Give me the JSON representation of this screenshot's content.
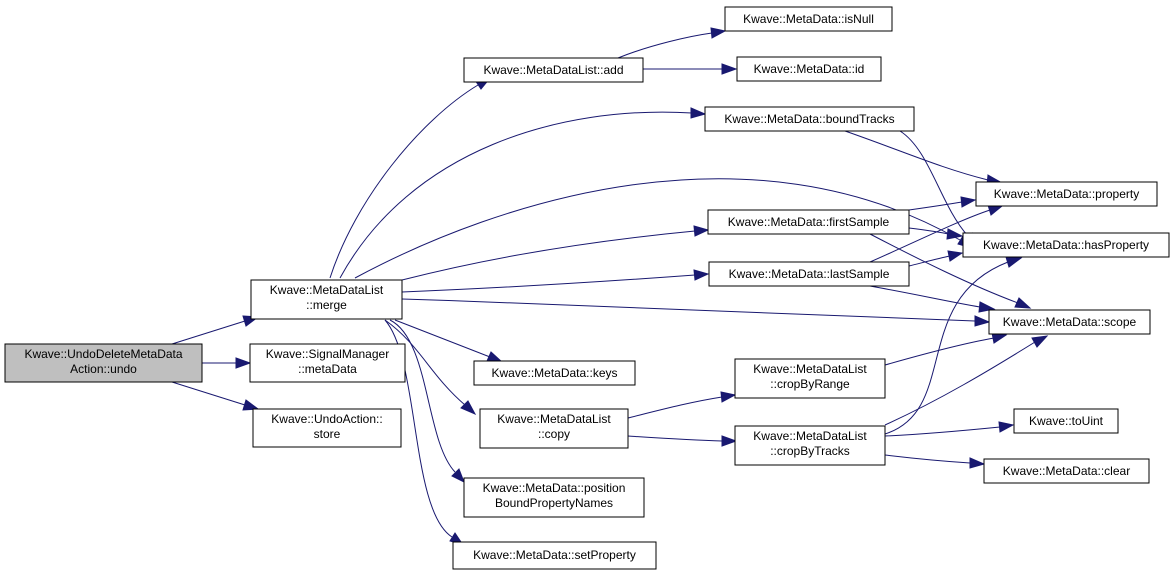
{
  "diagram": {
    "colors": {
      "edge": "#191970",
      "root_fill": "#bfbfbf",
      "node_fill": "#ffffff",
      "border": "#000000"
    },
    "nodes": {
      "undo": {
        "lines": [
          "Kwave::UndoDeleteMetaData",
          "Action::undo"
        ],
        "root": true
      },
      "merge": {
        "lines": [
          "Kwave::MetaDataList",
          "::merge"
        ]
      },
      "sig_meta": {
        "lines": [
          "Kwave::SignalManager",
          "::metaData"
        ]
      },
      "store": {
        "lines": [
          "Kwave::UndoAction::",
          "store"
        ]
      },
      "add": {
        "lines": [
          "Kwave::MetaDataList::add"
        ]
      },
      "isnull": {
        "lines": [
          "Kwave::MetaData::isNull"
        ]
      },
      "id": {
        "lines": [
          "Kwave::MetaData::id"
        ]
      },
      "bound": {
        "lines": [
          "Kwave::MetaData::boundTracks"
        ]
      },
      "property": {
        "lines": [
          "Kwave::MetaData::property"
        ]
      },
      "first": {
        "lines": [
          "Kwave::MetaData::firstSample"
        ]
      },
      "hasprop": {
        "lines": [
          "Kwave::MetaData::hasProperty"
        ]
      },
      "last": {
        "lines": [
          "Kwave::MetaData::lastSample"
        ]
      },
      "scope": {
        "lines": [
          "Kwave::MetaData::scope"
        ]
      },
      "keys": {
        "lines": [
          "Kwave::MetaData::keys"
        ]
      },
      "range": {
        "lines": [
          "Kwave::MetaDataList",
          "::cropByRange"
        ]
      },
      "copy": {
        "lines": [
          "Kwave::MetaDataList",
          "::copy"
        ]
      },
      "tracks": {
        "lines": [
          "Kwave::MetaDataList",
          "::cropByTracks"
        ]
      },
      "touint": {
        "lines": [
          "Kwave::toUint"
        ]
      },
      "clear": {
        "lines": [
          "Kwave::MetaData::clear"
        ]
      },
      "posbound": {
        "lines": [
          "Kwave::MetaData::position",
          "BoundPropertyNames"
        ]
      },
      "setprop": {
        "lines": [
          "Kwave::MetaData::setProperty"
        ]
      }
    },
    "edges": [
      [
        "undo",
        "merge"
      ],
      [
        "undo",
        "sig_meta"
      ],
      [
        "undo",
        "store"
      ],
      [
        "merge",
        "add"
      ],
      [
        "merge",
        "bound"
      ],
      [
        "merge",
        "hasprop"
      ],
      [
        "merge",
        "first"
      ],
      [
        "merge",
        "last"
      ],
      [
        "merge",
        "scope"
      ],
      [
        "merge",
        "keys"
      ],
      [
        "merge",
        "copy"
      ],
      [
        "merge",
        "posbound"
      ],
      [
        "merge",
        "setprop"
      ],
      [
        "add",
        "isnull"
      ],
      [
        "add",
        "id"
      ],
      [
        "bound",
        "property"
      ],
      [
        "bound",
        "hasprop"
      ],
      [
        "first",
        "property"
      ],
      [
        "first",
        "hasprop"
      ],
      [
        "first",
        "scope"
      ],
      [
        "last",
        "property"
      ],
      [
        "last",
        "hasprop"
      ],
      [
        "last",
        "scope"
      ],
      [
        "copy",
        "range"
      ],
      [
        "copy",
        "tracks"
      ],
      [
        "range",
        "scope"
      ],
      [
        "tracks",
        "hasprop"
      ],
      [
        "tracks",
        "scope"
      ],
      [
        "tracks",
        "touint"
      ],
      [
        "tracks",
        "clear"
      ]
    ]
  }
}
